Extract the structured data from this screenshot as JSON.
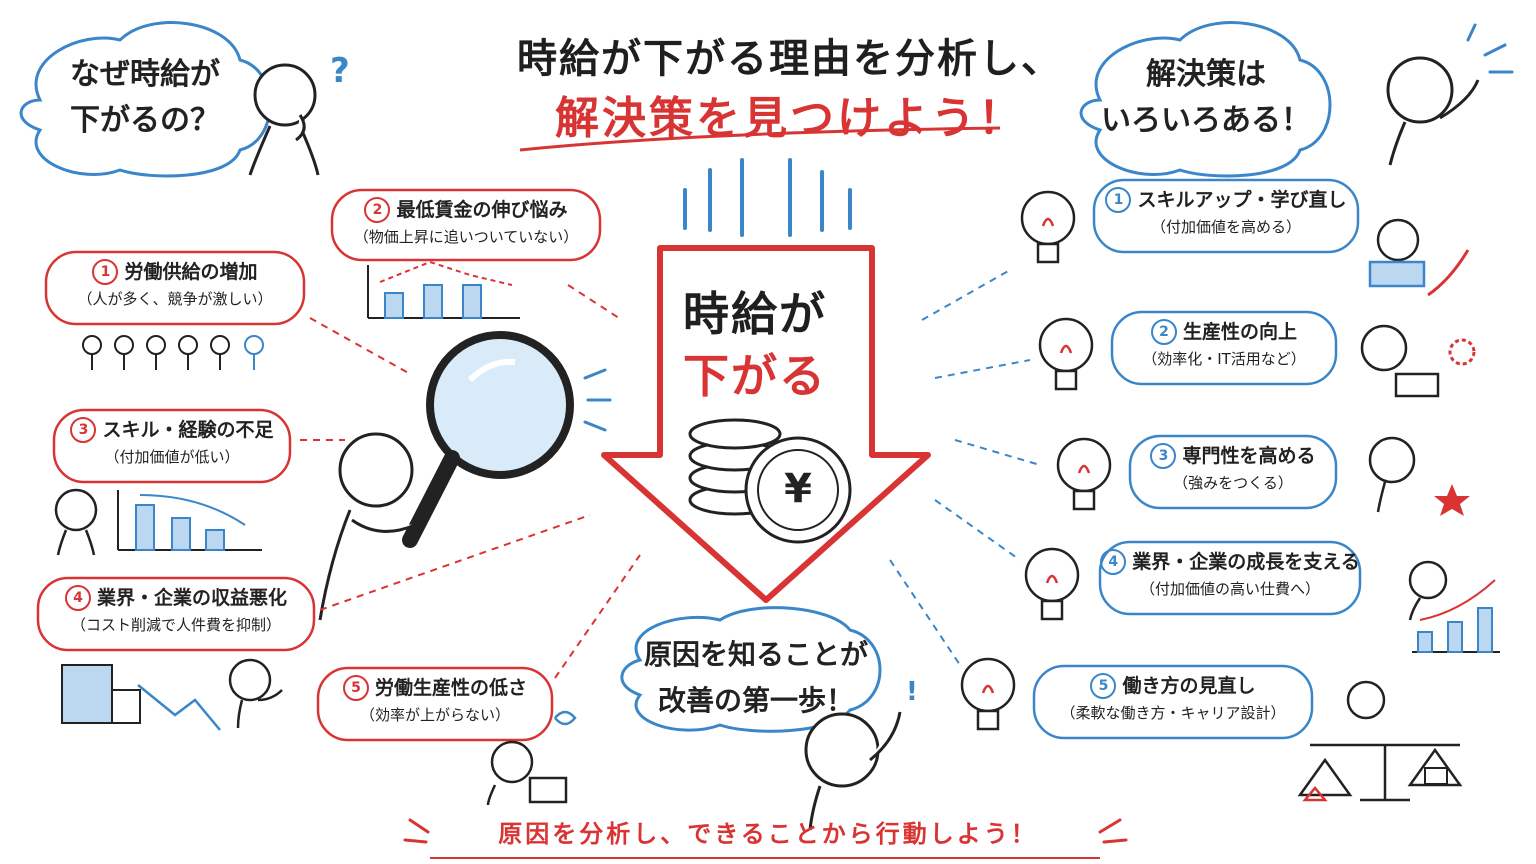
{
  "title": {
    "line1": "時給が下がる理由を分析し、",
    "line2": "解決策を見つけよう！"
  },
  "question_bubble": {
    "line1": "なぜ時給が",
    "line2": "下がるの？"
  },
  "solution_bubble": {
    "line1": "解決策は",
    "line2": "いろいろある！"
  },
  "center_bubble": {
    "line1": "原因を知ることが",
    "line2": "改善の第一歩！"
  },
  "arrow": {
    "line1": "時給が",
    "line2": "下がる",
    "coin_symbol": "¥"
  },
  "question_mark": "?",
  "exclaim_mark": "!",
  "causes": [
    {
      "num": "1",
      "title": "労働供給の増加",
      "sub": "（人が多く、競争が激しい）"
    },
    {
      "num": "2",
      "title": "最低賃金の伸び悩み",
      "sub": "（物価上昇に追いついていない）"
    },
    {
      "num": "3",
      "title": "スキル・経験の不足",
      "sub": "（付加価値が低い）"
    },
    {
      "num": "4",
      "title": "業界・企業の収益悪化",
      "sub": "（コスト削減で人件費を抑制）"
    },
    {
      "num": "5",
      "title": "労働生産性の低さ",
      "sub": "（効率が上がらない）"
    }
  ],
  "solutions": [
    {
      "num": "1",
      "title": "スキルアップ・学び直し",
      "sub": "（付加価値を高める）"
    },
    {
      "num": "2",
      "title": "生産性の向上",
      "sub": "（効率化・IT活用など）"
    },
    {
      "num": "3",
      "title": "専門性を高める",
      "sub": "（強みをつくる）"
    },
    {
      "num": "4",
      "title": "業界・企業の成長を支える",
      "sub": "（付加価値の高い仕費へ）"
    },
    {
      "num": "5",
      "title": "働き方の見直し",
      "sub": "（柔軟な働き方・キャリア設計）"
    }
  ],
  "footer": "原因を分析し、できることから行動しよう！",
  "colors": {
    "red": "#d93434",
    "blue": "#3a86c8",
    "ink": "#222222",
    "lightblue": "#bcd8f0"
  },
  "icons": [
    "magnifying-glass-icon",
    "light-bulb-icon",
    "yen-coin-icon",
    "down-arrow-icon",
    "stick-figure-icon",
    "bar-chart-icon",
    "building-icon",
    "laptop-icon",
    "book-icon",
    "gear-icon",
    "star-icon",
    "scale-icon",
    "house-icon",
    "briefcase-icon"
  ]
}
